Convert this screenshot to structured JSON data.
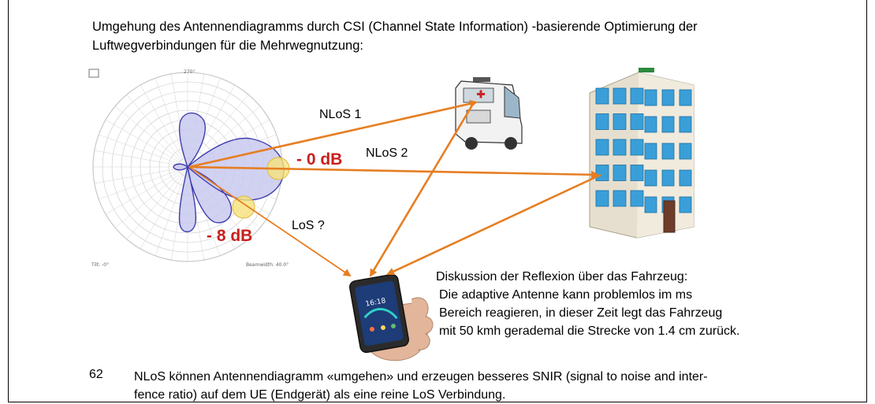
{
  "intro": {
    "line1": "Umgehung des Antennendiagramms durch CSI (Channel State Information) -basierende Optimierung der",
    "line2": "Luftwegverbindungen für die Mehrwegnutzung:"
  },
  "figure": {
    "nlos1": "NLoS 1",
    "nlos2": "NLoS 2",
    "los": "LoS ?",
    "db_0": "- 0 dB",
    "db_8": "- 8 dB",
    "polar": {
      "top_label": "270°",
      "tilt": "Tilt: -0°",
      "beamwidth": "Beamwidth: 40.0°"
    },
    "phone_time": "16:18",
    "colors": {
      "arrow": "#e67e22",
      "db_text": "#c8201c",
      "lobe_fill": "#c9c9ef",
      "lobe_stroke": "#3f3fb0",
      "marker": "#f6e27a"
    }
  },
  "discussion": {
    "line1": "Diskussion der Reflexion über das Fahrzeug:",
    "line2": "Die adaptive Antenne kann problemlos im ms",
    "line3": "Bereich reagieren, in dieser Zeit legt das Fahrzeug",
    "line4": "mit 50 kmh gerademal die Strecke von 1.4 cm zurück."
  },
  "note": {
    "number": "62",
    "line1": "NLoS können Antennendiagramm «umgehen» und erzeugen besseres SNIR (signal to noise and inter-",
    "line2": "fence ratio) auf dem UE (Endgerät) als eine reine LoS Verbindung."
  }
}
